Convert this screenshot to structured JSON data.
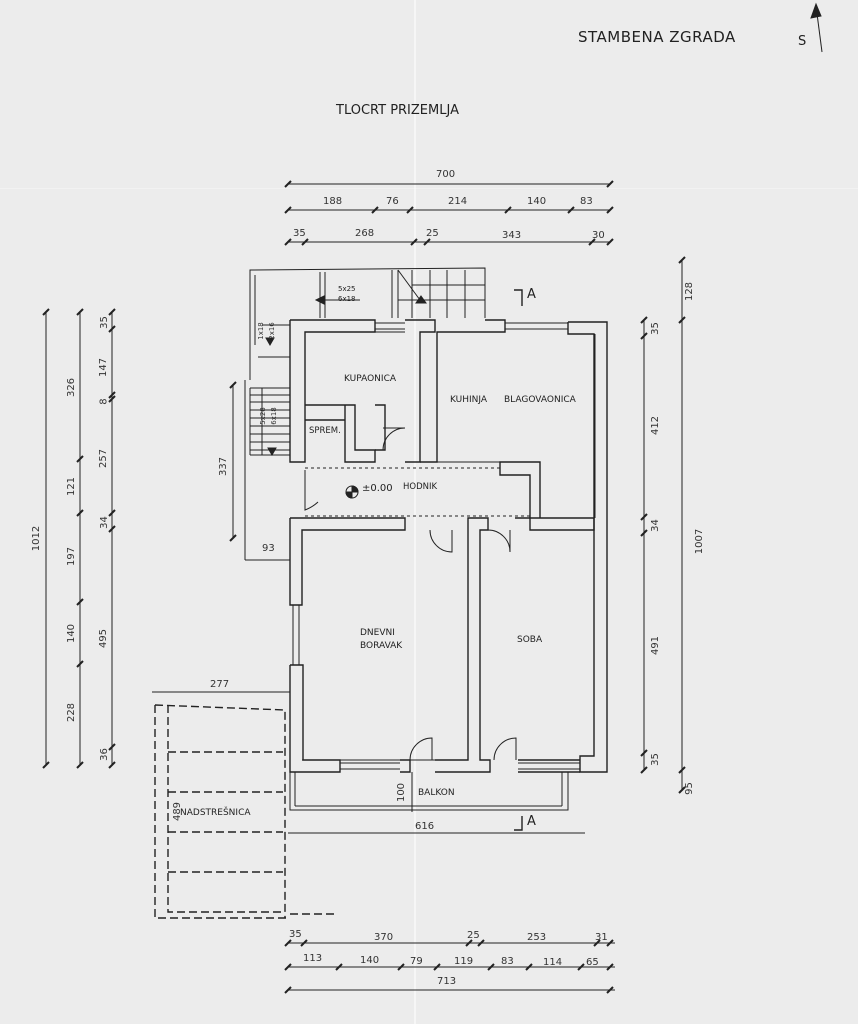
{
  "header": {
    "building_title": "STAMBENA ZGRADA",
    "north_label": "S",
    "plan_title": "TLOCRT PRIZEMLJA"
  },
  "rooms": {
    "kupaonica": "KUPAONICA",
    "kuhinja": "KUHINJA",
    "blagovaonica": "BLAGOVAONICA",
    "sprem": "SPREM.",
    "hodnik": "HODNIK",
    "level": "±0.00",
    "dnevni_1": "DNEVNI",
    "dnevni_2": "BORAVAK",
    "soba": "SOBA",
    "balkon": "BALKON",
    "nadstresnica": "NADSTREŠNICA"
  },
  "stairs": {
    "upper_1": "5x25",
    "upper_2": "6x18",
    "small_1": "1x18",
    "small_2": "2x16",
    "side_1": "5x28",
    "side_2": "6x18"
  },
  "section_marker": "A",
  "dims_top": {
    "total": "700",
    "row2": [
      "188",
      "76",
      "214",
      "140",
      "83"
    ],
    "row3": [
      "35",
      "268",
      "25",
      "343",
      "30"
    ]
  },
  "dims_left": {
    "overall": "1012",
    "mid": [
      "326",
      "121",
      "197",
      "140",
      "228"
    ],
    "inner": [
      "35",
      "147",
      "8",
      "257",
      "34",
      "495",
      "36"
    ],
    "stair_height": "337",
    "offset": "93",
    "canopy_width": "277",
    "canopy_depth": "489"
  },
  "dims_right": {
    "overall": "1007",
    "top": "128",
    "parts": [
      "35",
      "412",
      "34",
      "491",
      "35"
    ],
    "bottom": "95"
  },
  "dims_bottom": {
    "balkon_depth": "100",
    "balkon_width": "616",
    "row1": [
      "35",
      "370",
      "25",
      "253",
      "31"
    ],
    "row2": [
      "113",
      "140",
      "79",
      "119",
      "83",
      "114",
      "65"
    ],
    "total": "713"
  }
}
